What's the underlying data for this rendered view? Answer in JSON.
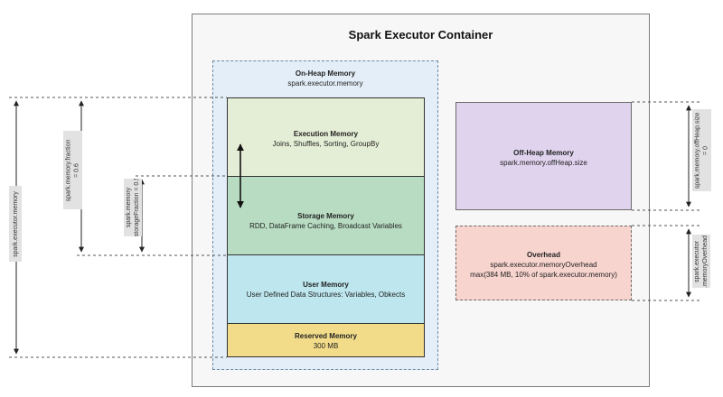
{
  "container": {
    "title": "Spark Executor Container"
  },
  "on_heap": {
    "title": "On-Heap Memory",
    "subtitle": "spark.executor.memory"
  },
  "segments": {
    "execution": {
      "title": "Execution Memory",
      "subtitle": "Joins, Shuffles, Sorting, GroupBy"
    },
    "storage": {
      "title": "Storage Memory",
      "subtitle": "RDD, DataFrame Caching, Broadcast Variables"
    },
    "user": {
      "title": "User Memory",
      "subtitle": "User Defined Data Structures: Variables, Obkects"
    },
    "reserved": {
      "title": "Reserved Memory",
      "subtitle": "300 MB"
    }
  },
  "off_heap": {
    "title": "Off-Heap Memory",
    "subtitle": "spark.memory.offHeap.size"
  },
  "overhead": {
    "title": "Overhead",
    "subtitle": "spark.executor.memoryOverhead",
    "formula": "max(384 MB, 10% of spark.executor.memory)"
  },
  "dimension_labels": {
    "executor_memory": "spark.executor.memory",
    "memory_fraction": "spark.memory.fraction\n= 0.6",
    "storage_fraction": "spark.memory\n.storageFraction = 0.5",
    "offheap_size": "spark.memory.offHeap.size\n= 0",
    "memory_overhead": "spark.executor\n.memoryOverhead"
  },
  "colors": {
    "execution": "#e4edd5",
    "storage": "#b8dcc2",
    "user": "#bde6ee",
    "reserved": "#f2dc8a",
    "on_heap": "#e3eef8",
    "off_heap": "#dfd3ee",
    "overhead": "#f8d4ce"
  }
}
